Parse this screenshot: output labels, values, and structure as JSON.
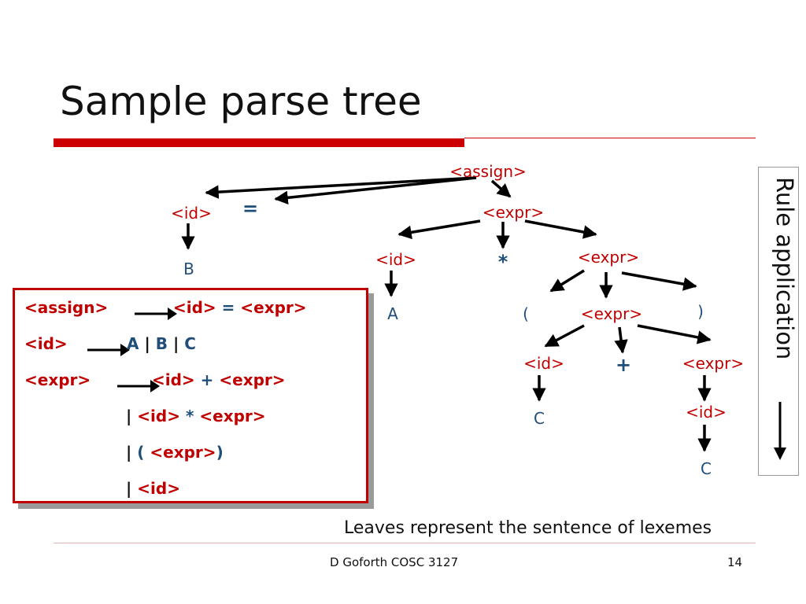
{
  "slide": {
    "title": "Sample parse tree",
    "side_label": "Rule application",
    "caption": "Leaves represent the sentence of lexemes",
    "footer_left": "D Goforth COSC 3127",
    "page_number": "14"
  },
  "tree": {
    "assign": "<assign>",
    "id_top": "<id>",
    "equals": "=",
    "expr_top": "<expr>",
    "leaf_b": "B",
    "id_mid": "<id>",
    "star": "*",
    "expr_mid": "<expr>",
    "leaf_a": "A",
    "lparen": "(",
    "expr_inner": "<expr>",
    "rparen": ")",
    "id_low": "<id>",
    "plus": "+",
    "expr_low": "<expr>",
    "leaf_c1": "C",
    "id_bottom": "<id>",
    "leaf_c2": "C"
  },
  "rules": {
    "r1_lhs": "<assign>",
    "r1_id": "<id>",
    "r1_eq": "=",
    "r1_expr": "<expr>",
    "r2_lhs": "<id>",
    "r2_a": "A",
    "r2_bar1": "|",
    "r2_b": "B",
    "r2_bar2": "|",
    "r2_c": "C",
    "r3_lhs": "<expr>",
    "r3_id": "<id>",
    "r3_plus": "+",
    "r3_expr": "<expr>",
    "r4_bar": "|",
    "r4_id": "<id>",
    "r4_star": "*",
    "r4_expr": "<expr>",
    "r5_bar": "|",
    "r5_lp": "(",
    "r5_expr": "<expr>",
    "r5_rp": ")",
    "r6_bar": "|",
    "r6_id": "<id>"
  },
  "colors": {
    "accent_red": "#c00000",
    "terminal_blue": "#1f4e79"
  }
}
